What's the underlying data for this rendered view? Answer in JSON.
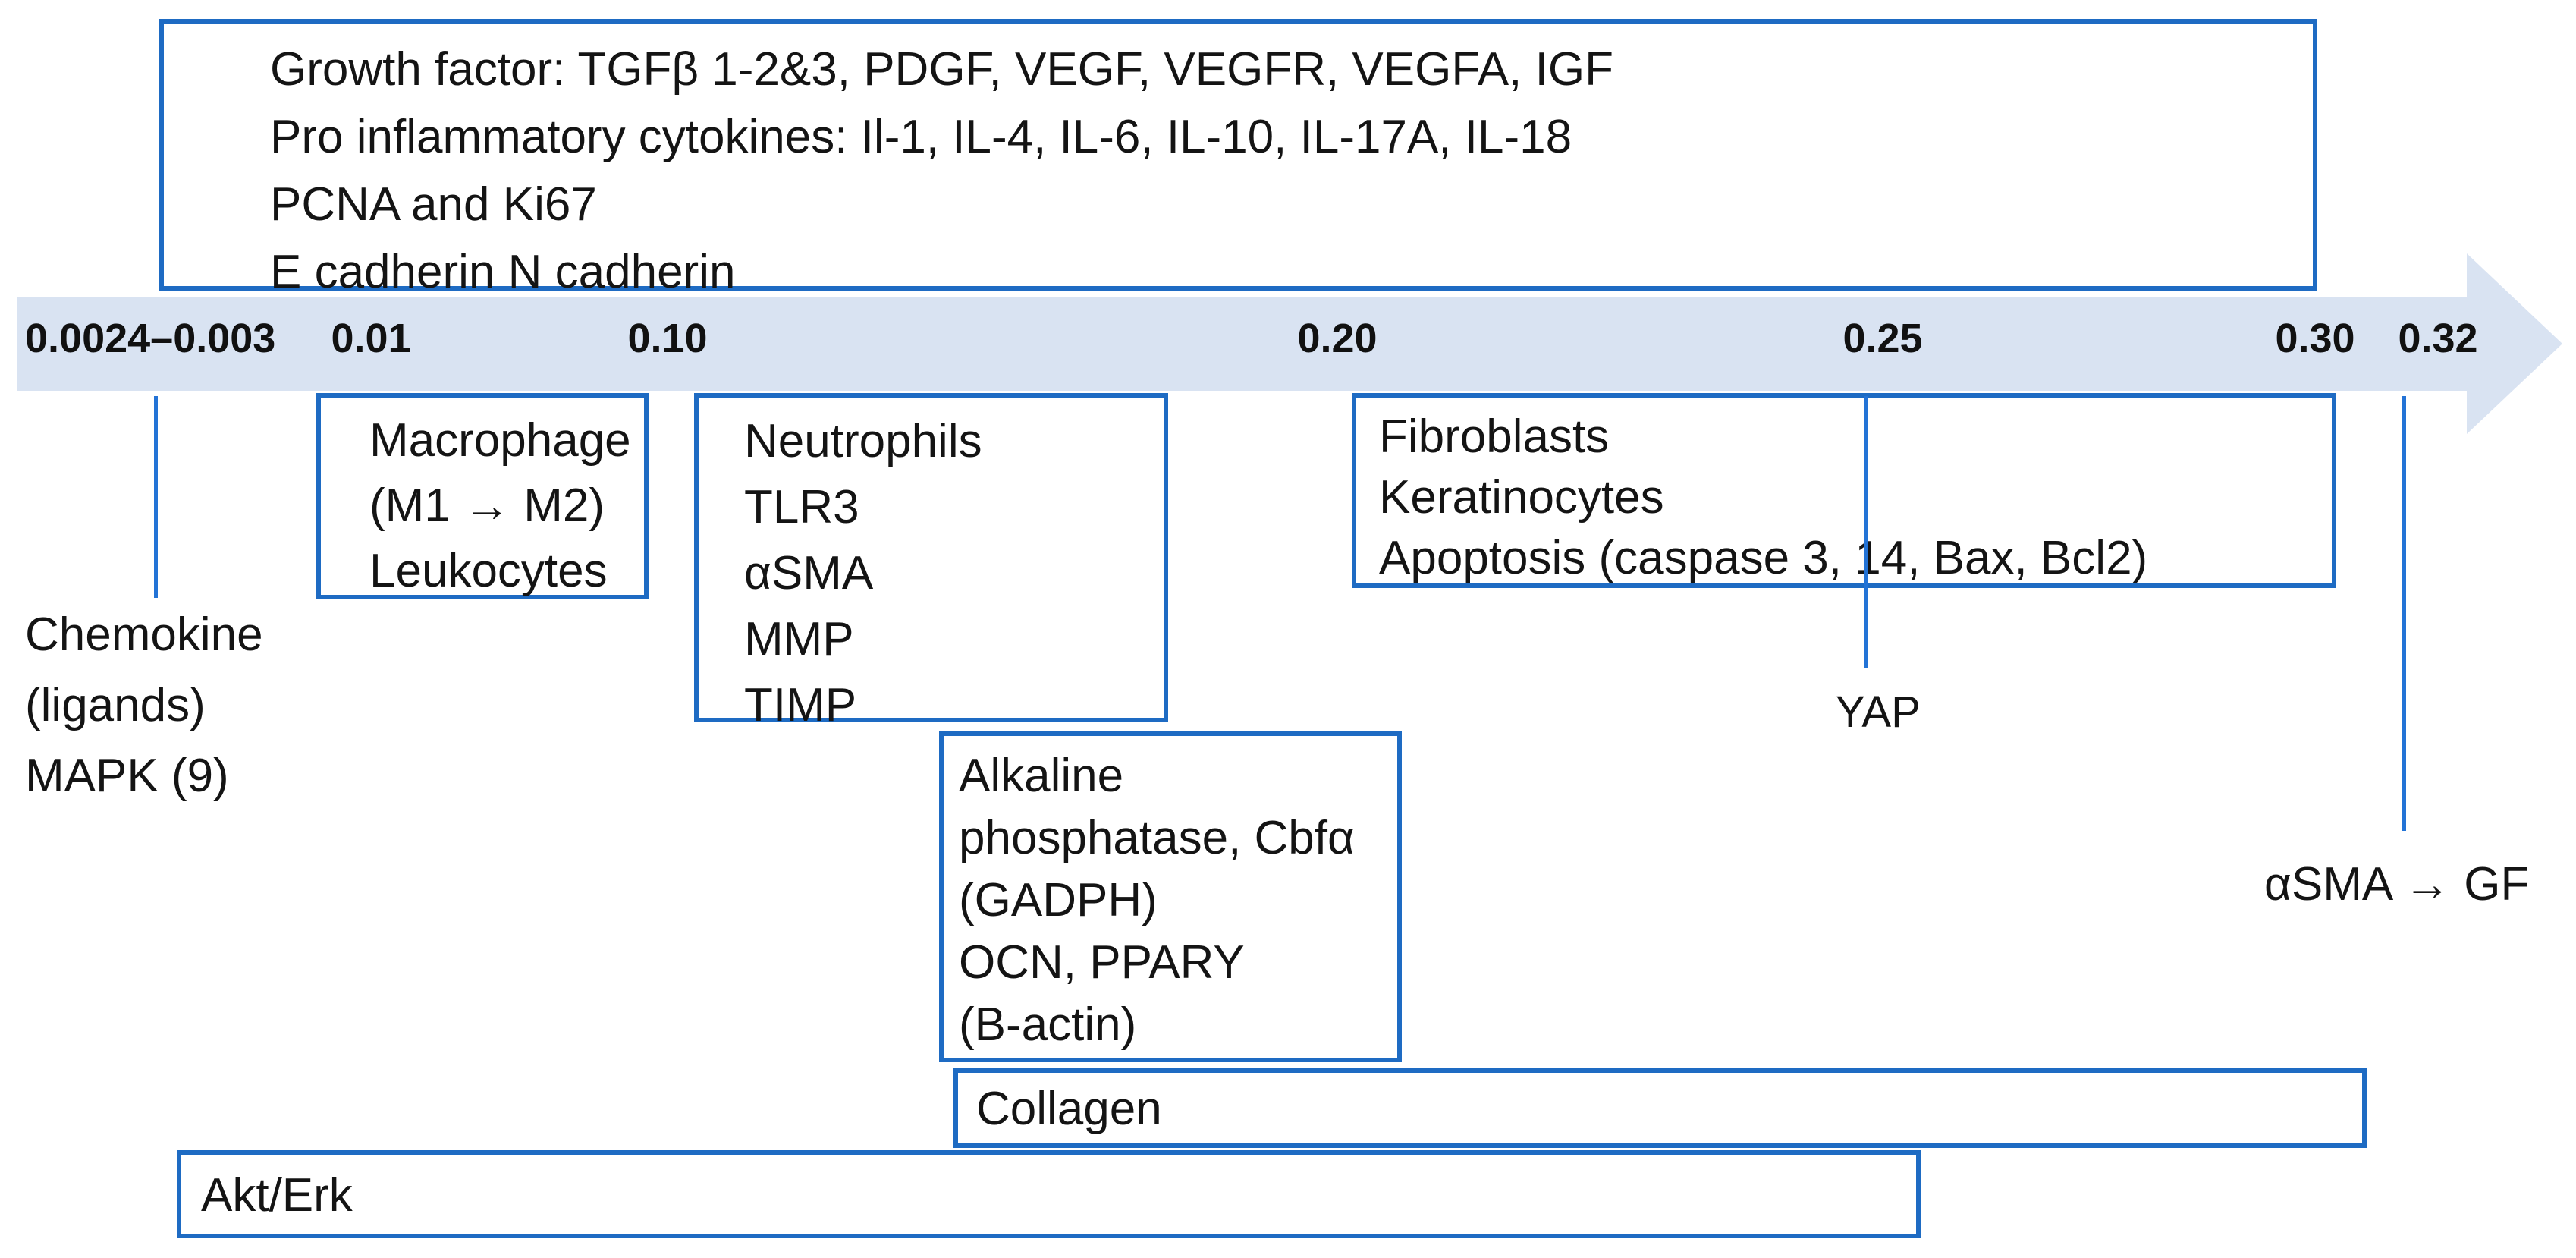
{
  "colors": {
    "box_border_blue": "#1e6bc3",
    "tick_line_blue": "#2373d6",
    "band_fill": "#d9e3f2",
    "text_color": "#141414"
  },
  "top_box": {
    "lines": [
      "Growth factor: TGFβ 1-2&3, PDGF, VEGF, VEGFR, VEGFA, IGF",
      "Pro inflammatory cytokines: Il-1, IL-4, IL-6, IL-10, IL-17A, IL-18",
      "PCNA and Ki67",
      "E cadherin N cadherin"
    ]
  },
  "axis": {
    "type": "horizontal-arrow-timeline",
    "labels": [
      {
        "text": "0.0024–0.003"
      },
      {
        "text": "0.01"
      },
      {
        "text": "0.10"
      },
      {
        "text": "0.20"
      },
      {
        "text": "0.25"
      },
      {
        "text": "0.30"
      },
      {
        "text": "0.32"
      }
    ]
  },
  "boxes": {
    "macrophage": {
      "lines": [
        "Macrophage",
        "(M1 → M2)",
        "Leukocytes"
      ]
    },
    "neutrophils": {
      "lines": [
        "Neutrophils",
        "TLR3",
        "αSMA",
        "MMP",
        "TIMP"
      ]
    },
    "fibroblasts": {
      "lines": [
        "Fibroblasts",
        "Keratinocytes",
        "Apoptosis (caspase 3, 14, Bax, Bcl2)"
      ]
    },
    "alkaline": {
      "lines": [
        "Alkaline",
        "phosphatase, Cbfα",
        "(GADPH)",
        "OCN, PPARY",
        "(B-actin)"
      ]
    },
    "collagen": {
      "label": "Collagen"
    },
    "akt_erk": {
      "label": "Akt/Erk"
    }
  },
  "labels": {
    "chemokine": {
      "lines": [
        "Chemokine",
        "(ligands)",
        "MAPK (9)"
      ]
    },
    "yap": "YAP",
    "asma_gf": "αSMA → GF"
  }
}
